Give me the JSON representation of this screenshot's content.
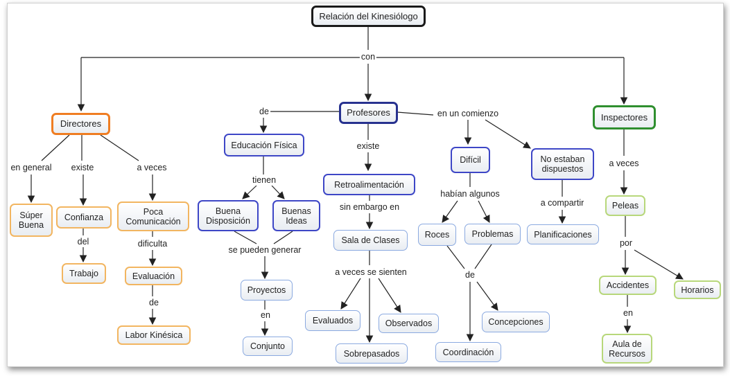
{
  "nodes": {
    "root": "Relación del Kinesiólogo",
    "directores": "Directores",
    "profesores": "Profesores",
    "inspectores": "Inspectores",
    "super_buena": "Súper\nBuena",
    "confianza": "Confianza",
    "trabajo": "Trabajo",
    "poca_comunicacion": "Poca\nComunicación",
    "evaluacion": "Evaluación",
    "labor_kinesica": "Labor Kinésica",
    "educacion_fisica": "Educación Física",
    "buena_disposicion": "Buena\nDisposición",
    "buenas_ideas": "Buenas\nIdeas",
    "proyectos": "Proyectos",
    "conjunto": "Conjunto",
    "retroalimentacion": "Retroalimentación",
    "sala_de_clases": "Sala de Clases",
    "evaluados": "Evaluados",
    "observados": "Observados",
    "sobrepasados": "Sobrepasados",
    "dificil": "Difícil",
    "no_estaban_dispuestos": "No estaban\ndispuestos",
    "roces": "Roces",
    "problemas": "Problemas",
    "coordinacion": "Coordinación",
    "concepciones": "Concepciones",
    "planificaciones": "Planificaciones",
    "peleas": "Peleas",
    "accidentes": "Accidentes",
    "horarios": "Horarios",
    "aula_de_recursos": "Aula de\nRecursos"
  },
  "links": {
    "con": "con",
    "en_general": "en general",
    "existe_dir": "existe",
    "a_veces_dir": "a veces",
    "del": "del",
    "dificulta": "dificulta",
    "de_eval": "de",
    "de_prof": "de",
    "existe_prof": "existe",
    "en_un_comienzo": "en un comienzo",
    "tienen": "tienen",
    "se_pueden_generar": "se pueden generar",
    "en_proy": "en",
    "sin_embargo_en": "sin embargo en",
    "a_veces_se_sienten": "a veces se sienten",
    "habian_algunos": "habían algunos",
    "de_roces": "de",
    "a_compartir": "a compartir",
    "a_veces_insp": "a veces",
    "por": "por",
    "en_acc": "en"
  },
  "colors": {
    "root": "#1a1a1a",
    "directores_branch": "#ef7d22",
    "profesores_main": "#27318f",
    "profesores_branch": "#3d46c6",
    "profesores_leaf": "#8aa9e0",
    "inspectores_main": "#2f8f2f",
    "inspectores_leaf": "#b7d77a",
    "edge": "#222222"
  }
}
